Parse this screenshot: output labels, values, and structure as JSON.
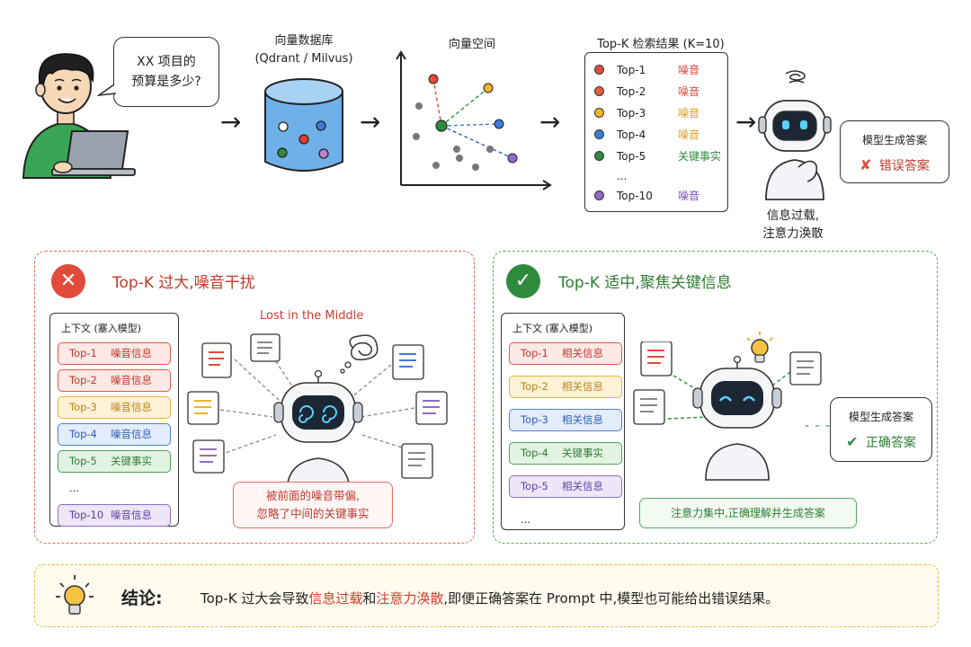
{
  "user": {
    "question_line1": "XX 项目的",
    "question_line2": "预算是多少?"
  },
  "vector_db": {
    "title": "向量数据库",
    "subtitle": "(Qdrant / Milvus)"
  },
  "vector_space": {
    "title": "向量空间"
  },
  "topk_results": {
    "title": "Top-K 检索结果 (K=10)",
    "rows": [
      {
        "label": "Top-1",
        "tag": "噪音",
        "color": "#e04b3c",
        "tag_color": "#e04b3c"
      },
      {
        "label": "Top-2",
        "tag": "噪音",
        "color": "#e2603f",
        "tag_color": "#e04b3c"
      },
      {
        "label": "Top-3",
        "tag": "噪音",
        "color": "#f0b429",
        "tag_color": "#e0a020"
      },
      {
        "label": "Top-4",
        "tag": "噪音",
        "color": "#3d7bd9",
        "tag_color": "#e0a020"
      },
      {
        "label": "Top-5",
        "tag": "关键事实",
        "color": "#2e8b3e",
        "tag_color": "#2e8b3e"
      },
      {
        "label": "...",
        "tag": "",
        "color": "",
        "tag_color": ""
      },
      {
        "label": "Top-10",
        "tag": "噪音",
        "color": "#8e6cc8",
        "tag_color": "#7a52c0"
      }
    ]
  },
  "robot_top": {
    "answer_title": "模型生成答案",
    "answer_icon": "cross-icon",
    "answer_text": "错误答案",
    "caption_line1": "信息过载,",
    "caption_line2": "注意力涣散"
  },
  "panel_bad": {
    "icon": "cross-circle-icon",
    "title": "Top-K 过大,噪音干扰",
    "context_title": "上下文 (塞入模型)",
    "chips": [
      {
        "k": "Top-1",
        "text": "噪音信息",
        "bg": "#fde8e6",
        "border": "#e25a4a",
        "fg": "#c0392b"
      },
      {
        "k": "Top-2",
        "text": "噪音信息",
        "bg": "#fde8e6",
        "border": "#e25a4a",
        "fg": "#c0392b"
      },
      {
        "k": "Top-3",
        "text": "噪音信息",
        "bg": "#fdf1d6",
        "border": "#e9b53c",
        "fg": "#b9861a"
      },
      {
        "k": "Top-4",
        "text": "噪音信息",
        "bg": "#e3ecfb",
        "border": "#4f82d8",
        "fg": "#2f5fb3"
      },
      {
        "k": "Top-5",
        "text": "关键事实",
        "bg": "#e3f3e3",
        "border": "#48a455",
        "fg": "#2e7d32"
      },
      {
        "k": "...",
        "text": "",
        "bg": "transparent",
        "border": "transparent",
        "fg": "#222"
      },
      {
        "k": "Top-10",
        "text": "噪音信息",
        "bg": "#ece6f7",
        "border": "#8e6cc8",
        "fg": "#5e3fa3"
      }
    ],
    "lost_title": "Lost in the Middle",
    "note_line1": "被前面的噪音带偏,",
    "note_line2": "忽略了中间的关键事实"
  },
  "panel_good": {
    "icon": "check-circle-icon",
    "title": "Top-K 适中,聚焦关键信息",
    "context_title": "上下文 (塞入模型)",
    "chips": [
      {
        "k": "Top-1",
        "text": "相关信息",
        "bg": "#fde8e6",
        "border": "#e25a4a",
        "fg": "#c0392b"
      },
      {
        "k": "Top-2",
        "text": "相关信息",
        "bg": "#fdf1d6",
        "border": "#e9b53c",
        "fg": "#b9861a"
      },
      {
        "k": "Top-3",
        "text": "相关信息",
        "bg": "#e3ecfb",
        "border": "#4f82d8",
        "fg": "#2f5fb3"
      },
      {
        "k": "Top-4",
        "text": "关键事实",
        "bg": "#e3f3e3",
        "border": "#48a455",
        "fg": "#2e7d32"
      },
      {
        "k": "Top-5",
        "text": "相关信息",
        "bg": "#ece6f7",
        "border": "#8e6cc8",
        "fg": "#5e3fa3"
      },
      {
        "k": "...",
        "text": "",
        "bg": "transparent",
        "border": "transparent",
        "fg": "#222"
      }
    ],
    "answer_title": "模型生成答案",
    "answer_icon": "check-icon",
    "answer_text": "正确答案",
    "note": "注意力集中,正确理解并生成答案"
  },
  "conclusion": {
    "icon": "lightbulb-icon",
    "label": "结论:",
    "text_a": "Top-K 过大会导致",
    "hl1": "信息过载",
    "text_b": "和",
    "hl2": "注意力涣散",
    "text_c": ",即便正确答案在 Prompt 中,模型也可能给出错误结果。"
  },
  "colors": {
    "red": "#e04b3c",
    "green": "#2e8b3e",
    "orange_border": "#e9b84a",
    "panel_bad_border": "#e46b63",
    "panel_good_border": "#5aa862"
  }
}
